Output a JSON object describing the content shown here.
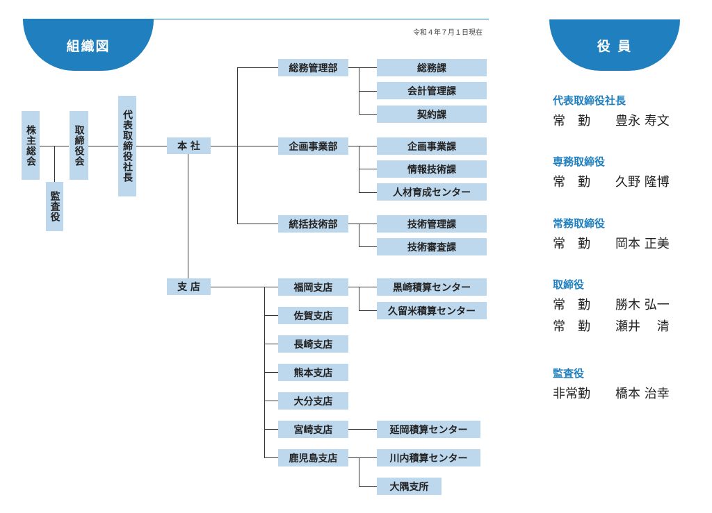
{
  "headers": {
    "org_chart": "組織図",
    "officers": "役 員"
  },
  "date": "令和４年７月１日現在",
  "top_boxes": {
    "shareholders": "株主総会",
    "auditor": "監査役",
    "board": "取締役会",
    "president": "代表取締役社長"
  },
  "head_office": {
    "label": "本 社",
    "departments": [
      {
        "name": "総務管理部",
        "sections": [
          "総務課",
          "会計管理課",
          "契約課"
        ]
      },
      {
        "name": "企画事業部",
        "sections": [
          "企画事業課",
          "情報技術課",
          "人材育成センター"
        ]
      },
      {
        "name": "統括技術部",
        "sections": [
          "技術管理課",
          "技術審査課"
        ]
      }
    ]
  },
  "branch": {
    "label": "支 店",
    "offices": [
      {
        "name": "福岡支店",
        "sub": [
          "黒崎積算センター",
          "久留米積算センター"
        ]
      },
      {
        "name": "佐賀支店",
        "sub": []
      },
      {
        "name": "長崎支店",
        "sub": []
      },
      {
        "name": "熊本支店",
        "sub": []
      },
      {
        "name": "大分支店",
        "sub": []
      },
      {
        "name": "宮崎支店",
        "sub": [
          "延岡積算センター"
        ]
      },
      {
        "name": "鹿児島支店",
        "sub": [
          "川内積算センター",
          "大隅支所"
        ]
      }
    ]
  },
  "officers": [
    {
      "title": "代表取締役社長",
      "entries": [
        "常　勤　　豊永 寿文"
      ]
    },
    {
      "title": "専務取締役",
      "entries": [
        "常　勤　　久野 隆博"
      ]
    },
    {
      "title": "常務取締役",
      "entries": [
        "常　勤　　岡本 正美"
      ]
    },
    {
      "title": "取締役",
      "entries": [
        "常　勤　　勝木 弘一",
        "常　勤　　瀬井　 清"
      ]
    },
    {
      "title": "監査役",
      "entries": [
        "非常勤　　橋本 治幸"
      ]
    }
  ],
  "colors": {
    "accent": "#1f7fbf",
    "box_fill": "#bdd7ec",
    "line": "#333333"
  }
}
